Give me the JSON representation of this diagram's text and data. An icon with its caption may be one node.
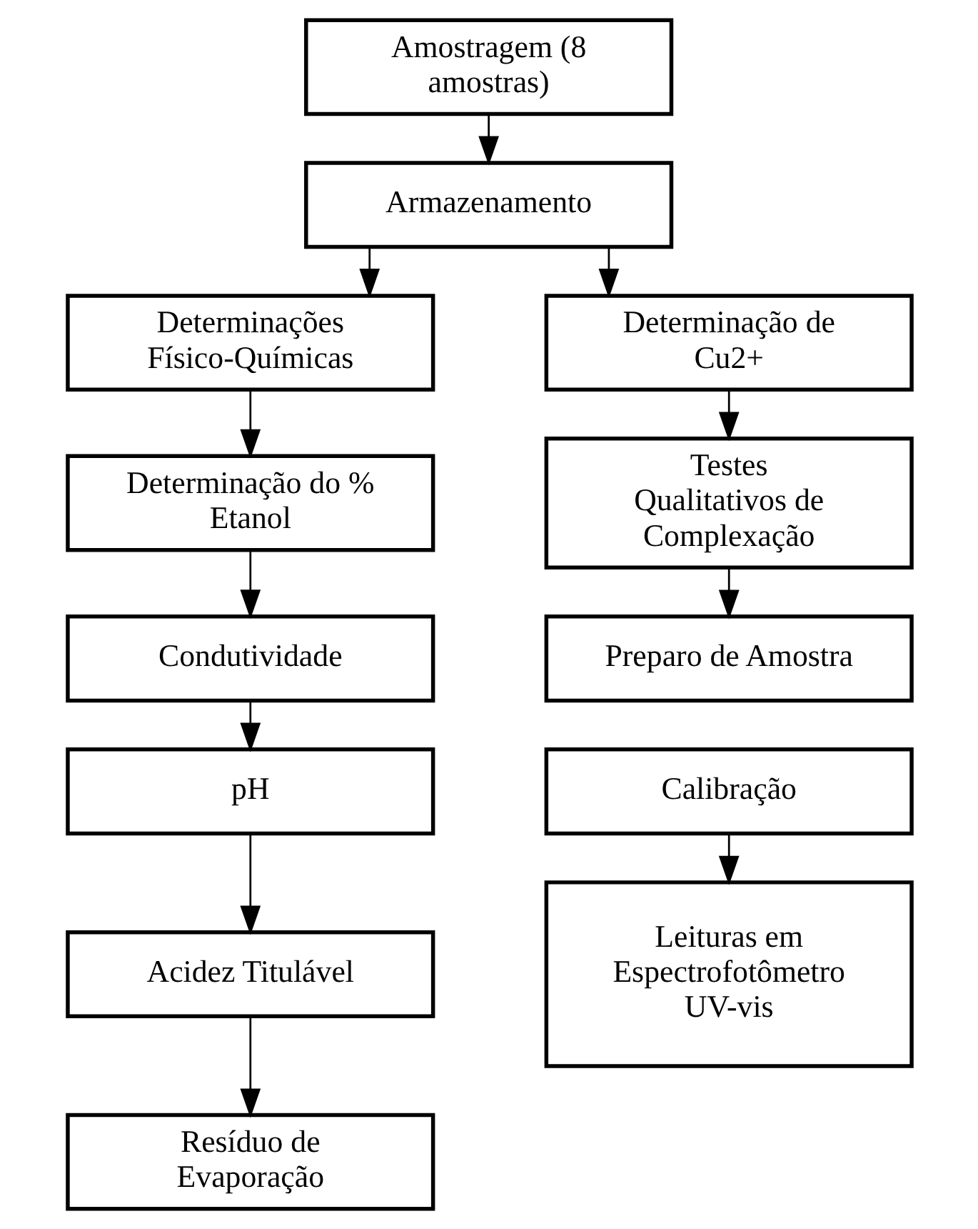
{
  "diagram": {
    "nodes": [
      {
        "text": [
          "Amostragem (8 amostras)"
        ]
      },
      {
        "text": [
          "Armazenamento"
        ]
      },
      {
        "text": [
          "Determinações Físico-Químicas"
        ]
      },
      {
        "text": [
          "Determinação de Cu2+"
        ]
      },
      {
        "text": [
          "Determinação do % Etanol"
        ]
      },
      {
        "text": [
          "Testes Qualitativos de Complexação"
        ]
      },
      {
        "text": [
          "Condutividade"
        ]
      },
      {
        "text": [
          "Preparo de Amostra"
        ]
      },
      {
        "text": [
          "pH"
        ]
      },
      {
        "text": [
          "Calibração"
        ]
      },
      {
        "text": [
          "Acidez Titulável"
        ]
      },
      {
        "text": [
          "Leituras em Espectrofotômetro UV-vis"
        ]
      },
      {
        "text": [
          "Resíduo de Evaporação"
        ]
      }
    ],
    "edges": [
      {
        "from": 0,
        "to": 1,
        "arrow": "to"
      },
      {
        "from": 1,
        "to": 2,
        "arrow": "to"
      },
      {
        "from": 1,
        "to": 3,
        "arrow": "to"
      },
      {
        "from": 2,
        "to": 4,
        "arrow": "to"
      },
      {
        "from": 4,
        "to": 6,
        "arrow": "to"
      },
      {
        "from": 6,
        "to": 8,
        "arrow": "to"
      },
      {
        "from": 8,
        "to": 10,
        "arrow": "to"
      },
      {
        "from": 10,
        "to": 12,
        "arrow": "to"
      },
      {
        "from": 3,
        "to": 5,
        "arrow": "to"
      },
      {
        "from": 5,
        "to": 7,
        "arrow": "to"
      },
      {
        "from": 9,
        "to": 11,
        "arrow": "to"
      }
    ]
  }
}
